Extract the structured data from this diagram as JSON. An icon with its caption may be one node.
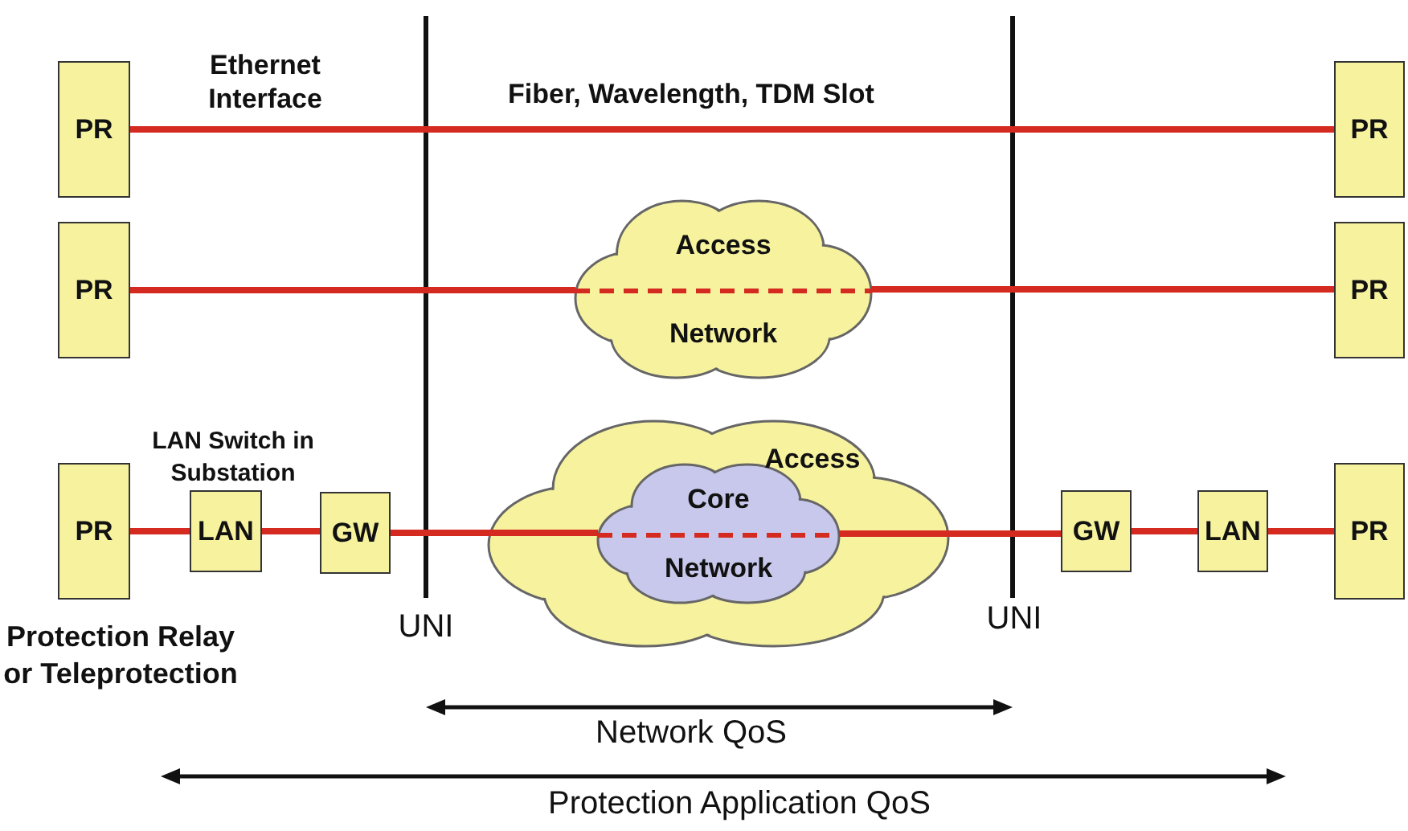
{
  "diagram": {
    "nodes": [
      {
        "text": [
          "PR"
        ]
      },
      {
        "text": [
          "PR"
        ]
      },
      {
        "text": [
          "PR"
        ]
      },
      {
        "text": [
          "Access",
          "Network"
        ]
      },
      {
        "text": [
          "PR"
        ]
      },
      {
        "text": [
          "PR"
        ],
        "beside": [
          "Protection Relay or Teleprotection"
        ]
      },
      {
        "text": [
          "LAN"
        ],
        "beside": [
          "LAN Switch in Substation"
        ]
      },
      {
        "text": [
          "GW"
        ]
      },
      {
        "text": [
          "Access"
        ]
      },
      {
        "text": [
          "Core",
          "Network"
        ],
        "in": 8
      },
      {
        "text": [
          "GW"
        ]
      },
      {
        "text": [
          "LAN"
        ]
      },
      {
        "text": [
          "PR"
        ]
      }
    ],
    "edges": [
      {
        "from": 0,
        "to": 1,
        "arrow": "none"
      },
      {
        "from": 2,
        "to": 3,
        "arrow": "none"
      },
      {
        "from": 3,
        "to": 4,
        "arrow": "none"
      },
      {
        "from": 5,
        "to": 6,
        "arrow": "none"
      },
      {
        "from": 6,
        "to": 7,
        "arrow": "none"
      },
      {
        "from": 7,
        "to": 9,
        "arrow": "none"
      },
      {
        "from": 9,
        "to": 10,
        "arrow": "none"
      },
      {
        "from": 10,
        "to": 11,
        "arrow": "none"
      },
      {
        "from": 11,
        "to": 12,
        "arrow": "none"
      }
    ],
    "labels": [
      "Ethernet Interface",
      "Fiber, Wavelength, TDM Slot",
      "UNI",
      "UNI",
      "Network QoS",
      "Protection Application QoS"
    ]
  }
}
